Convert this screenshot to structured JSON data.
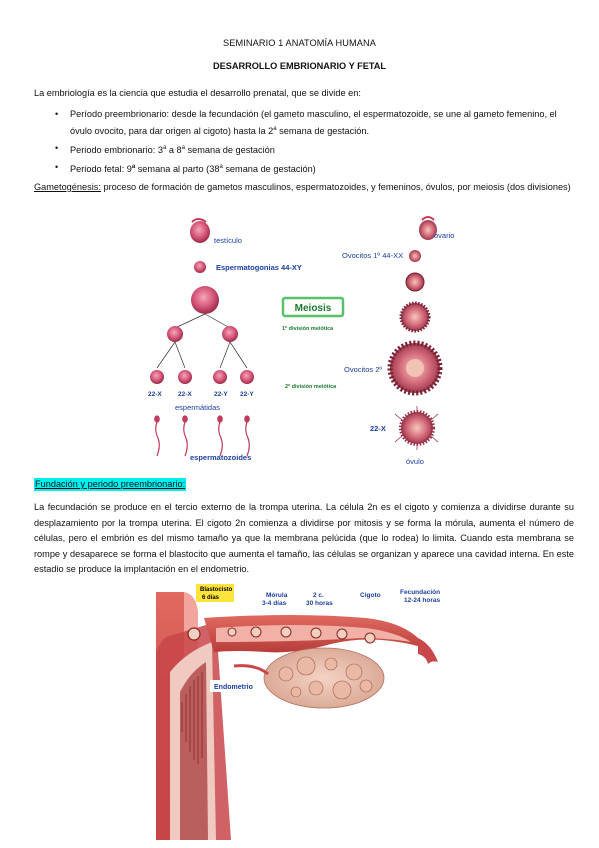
{
  "header": {
    "title": "SEMINARIO 1 ANATOMÍA HUMANA",
    "subtitle": "DESARROLLO EMBRIONARIO Y FETAL"
  },
  "intro": "La embriología es la ciencia que estudia el desarrollo prenatal, que se divide en:",
  "bullets": [
    {
      "lead": "Período preembrionario: desde la fecundación (el gameto masculino, el espermatozoide, se une al gameto femenino, el óvulo ovocito, para dar origen al cigoto) hasta la 2",
      "sup": "a",
      "tail": " semana de gestación."
    },
    {
      "lead": "Periodo embrionario: 3",
      "sup": "a",
      "tail": " a 8",
      "sup2": "a",
      "tail2": " semana de gestación"
    },
    {
      "lead": "Periodo fetal: 9",
      "sup": "a",
      "tail": " semana al parto (38",
      "sup2": "a",
      "tail2": " semana de gestación)"
    }
  ],
  "gametogenesis": {
    "term": "Gametogénesis:",
    "text": " proceso de formación de gametos masculinos, espermatozoides, y femeninos, óvulos, por meiosis (dos divisiones)"
  },
  "figure1": {
    "testiculo": "testículo",
    "espermatogonias": "Espermatogonias 44-XY",
    "meiosis": "Meiosis",
    "div1": "1ª división meiótica",
    "div2": "2ª división meiótica",
    "espermatidas": "espermátidas",
    "espermatozoides": "espermatozoides",
    "chrom": [
      "22-X",
      "22-X",
      "22-Y",
      "22-Y"
    ],
    "ovario": "ovario",
    "ovocitos1": "Ovocitos 1º  44-XX",
    "ovocitos2": "Ovocitos 2º",
    "ovulo_chrom": "22-X",
    "ovulo": "óvulo"
  },
  "fundacion": {
    "heading": "Fundación y periodo preembrionario:",
    "text": "La fecundación se produce en el tercio externo de la trompa uterina. La célula 2n es el cigoto y comienza a dividirse durante su desplazamiento por la trompa uterina. El cigoto 2n comienza a dividirse por mitosis y se forma la mórula, aumenta el número de células, pero el embrión es del mismo tamaño ya que la membrana pelúcida (que lo rodea) lo limita. Cuando esta membrana se rompe y desaparece se forma el blastocito que aumenta el tamaño, las células se organizan y aparece una cavidad interna. En este estadio se produce la implantación en el endometrio."
  },
  "figure2": {
    "blastocisto": "Blastocisto",
    "blastocisto_days": "6 días",
    "morula": "Mórula",
    "morula_days": "3-4 días",
    "dos_c": "2 c.",
    "dos_c_hours": "30 horas",
    "cigoto": "Cigoto",
    "fecundacion": "Fecundación",
    "fecundacion_hours": "12-24 horas",
    "endometrio": "Endometrio"
  },
  "colors": {
    "label_blue": "#1b3fa0",
    "meiosis_green": "#58c06a",
    "highlight_cyan": "#00f0f0",
    "uterus_red": "#d0504a",
    "label_yellow": "#ffe53b"
  }
}
